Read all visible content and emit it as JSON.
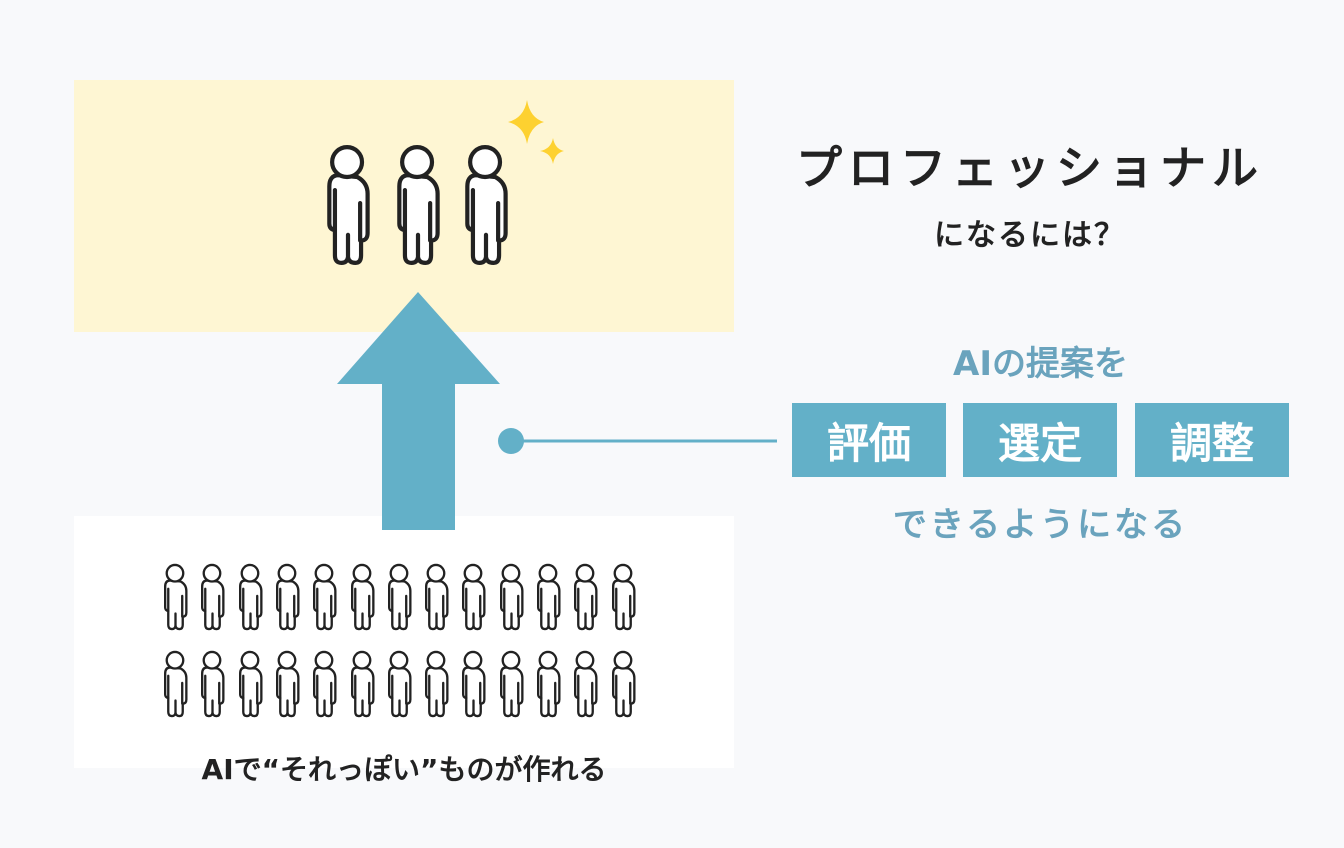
{
  "heading": {
    "title": "プロフェッショナル",
    "subtitle": "になるには？"
  },
  "ai_label": "AIの提案を",
  "skills": [
    "評価",
    "選定",
    "調整"
  ],
  "can_label": "できるようになる",
  "caption": "AIで“それっぽい”ものが作れる",
  "colors": {
    "accent": "#63b0c8",
    "text_blue": "#6aa3bd",
    "pro_bg": "#fef6d3",
    "sparkle": "#fdd130",
    "figure_stroke": "#222222"
  },
  "crowd": {
    "columns": 13,
    "rows": 2,
    "professionals": 3
  }
}
